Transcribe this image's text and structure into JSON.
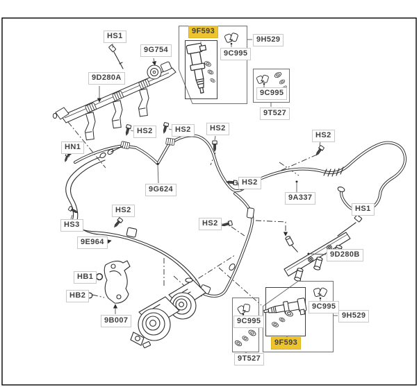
{
  "diagram": {
    "description": "Fuel injection system exploded parts diagram",
    "colors": {
      "background": "#ffffff",
      "line": "#2b2b2b",
      "label_border": "#c9c9c9",
      "label_text": "#3f3f3f",
      "highlight": "#edc42f",
      "frame": "#000000"
    },
    "labels": [
      {
        "id": "hs1-top",
        "text": "HS1",
        "highlighted": false
      },
      {
        "id": "9g754",
        "text": "9G754",
        "highlighted": false
      },
      {
        "id": "9d280a",
        "text": "9D280A",
        "highlighted": false
      },
      {
        "id": "9f593-top",
        "text": "9F593",
        "highlighted": true
      },
      {
        "id": "9c995-top",
        "text": "9C995",
        "highlighted": false
      },
      {
        "id": "9h529-top",
        "text": "9H529",
        "highlighted": false
      },
      {
        "id": "9c995-topright",
        "text": "9C995",
        "highlighted": false
      },
      {
        "id": "9t527-topright",
        "text": "9T527",
        "highlighted": false
      },
      {
        "id": "hs2-a",
        "text": "HS2",
        "highlighted": false
      },
      {
        "id": "hs2-b",
        "text": "HS2",
        "highlighted": false
      },
      {
        "id": "hs2-c",
        "text": "HS2",
        "highlighted": false
      },
      {
        "id": "hn1",
        "text": "HN1",
        "highlighted": false
      },
      {
        "id": "hs2-d",
        "text": "HS2",
        "highlighted": false
      },
      {
        "id": "hs2-e",
        "text": "HS2",
        "highlighted": false
      },
      {
        "id": "9a337",
        "text": "9A337",
        "highlighted": false
      },
      {
        "id": "9g624",
        "text": "9G624",
        "highlighted": false
      },
      {
        "id": "hs2-f",
        "text": "HS2",
        "highlighted": false
      },
      {
        "id": "hs3",
        "text": "HS3",
        "highlighted": false
      },
      {
        "id": "hs2-g",
        "text": "HS2",
        "highlighted": false
      },
      {
        "id": "hs1-right",
        "text": "HS1",
        "highlighted": false
      },
      {
        "id": "9d280b",
        "text": "9D280B",
        "highlighted": false
      },
      {
        "id": "9e964",
        "text": "9E964",
        "highlighted": false
      },
      {
        "id": "hb1",
        "text": "HB1",
        "highlighted": false
      },
      {
        "id": "hb2",
        "text": "HB2",
        "highlighted": false
      },
      {
        "id": "9b007",
        "text": "9B007",
        "highlighted": false
      },
      {
        "id": "9c995-bottomleft",
        "text": "9C995",
        "highlighted": false
      },
      {
        "id": "9t527-bottomleft",
        "text": "9T527",
        "highlighted": false
      },
      {
        "id": "9c995-bottomright",
        "text": "9C995",
        "highlighted": false
      },
      {
        "id": "9h529-bottomright",
        "text": "9H529",
        "highlighted": false
      },
      {
        "id": "9f593-bottom",
        "text": "9F593",
        "highlighted": true
      }
    ]
  }
}
